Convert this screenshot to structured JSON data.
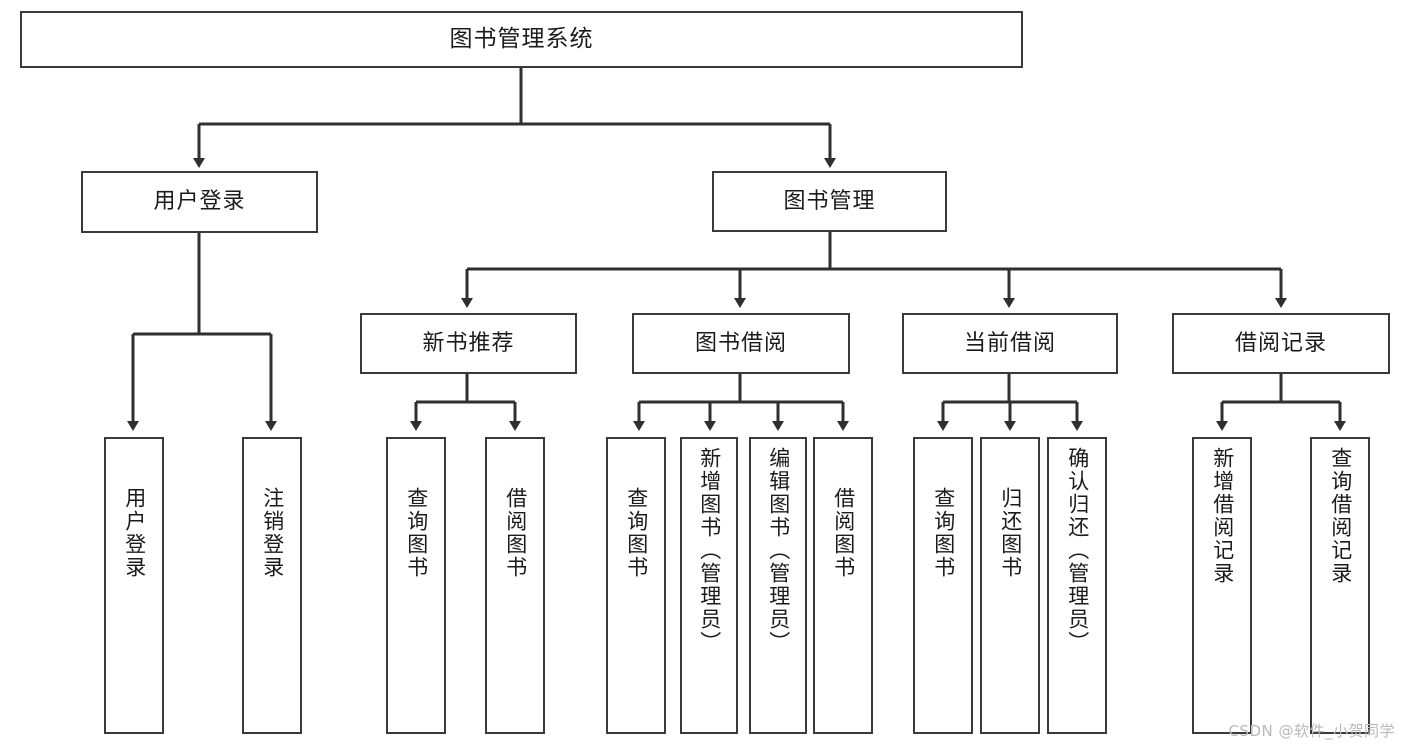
{
  "diagram": {
    "title": "图书管理系统",
    "type": "tree",
    "root": {
      "id": "root",
      "label": "图书管理系统"
    },
    "level2": [
      {
        "id": "user-login",
        "label": "用户登录"
      },
      {
        "id": "book-manage",
        "label": "图书管理"
      }
    ],
    "level3": [
      {
        "id": "new-book-rec",
        "label": "新书推荐",
        "parent": "book-manage"
      },
      {
        "id": "book-borrow",
        "label": "图书借阅",
        "parent": "book-manage"
      },
      {
        "id": "current-borrow",
        "label": "当前借阅",
        "parent": "book-manage"
      },
      {
        "id": "borrow-record",
        "label": "借阅记录",
        "parent": "book-manage"
      }
    ],
    "leaves": [
      {
        "id": "leaf-user-login",
        "label": "用户登录",
        "parent": "user-login"
      },
      {
        "id": "leaf-logout-login",
        "label": "注销登录",
        "parent": "user-login"
      },
      {
        "id": "leaf-query-book-1",
        "label": "查询图书",
        "parent": "new-book-rec"
      },
      {
        "id": "leaf-borrow-book-1",
        "label": "借阅图书",
        "parent": "new-book-rec"
      },
      {
        "id": "leaf-query-book-2",
        "label": "查询图书",
        "parent": "book-borrow"
      },
      {
        "id": "leaf-add-book",
        "label": "新增图书（管理员）",
        "parent": "book-borrow"
      },
      {
        "id": "leaf-edit-book",
        "label": "编辑图书（管理员）",
        "parent": "book-borrow"
      },
      {
        "id": "leaf-borrow-book-2",
        "label": "借阅图书",
        "parent": "book-borrow"
      },
      {
        "id": "leaf-query-book-3",
        "label": "查询图书",
        "parent": "current-borrow"
      },
      {
        "id": "leaf-return-book",
        "label": "归还图书",
        "parent": "current-borrow"
      },
      {
        "id": "leaf-confirm-return",
        "label": "确认归还（管理员）",
        "parent": "current-borrow"
      },
      {
        "id": "leaf-add-record",
        "label": "新增借阅记录",
        "parent": "borrow-record"
      },
      {
        "id": "leaf-query-record",
        "label": "查询借阅记录",
        "parent": "borrow-record"
      }
    ]
  },
  "watermark": {
    "text": "CSDN @软件_小贺同学"
  },
  "colors": {
    "border": "#3a3a3a",
    "background": "#ffffff",
    "text": "#1b1b1b",
    "watermark": "#b9b9b9"
  }
}
